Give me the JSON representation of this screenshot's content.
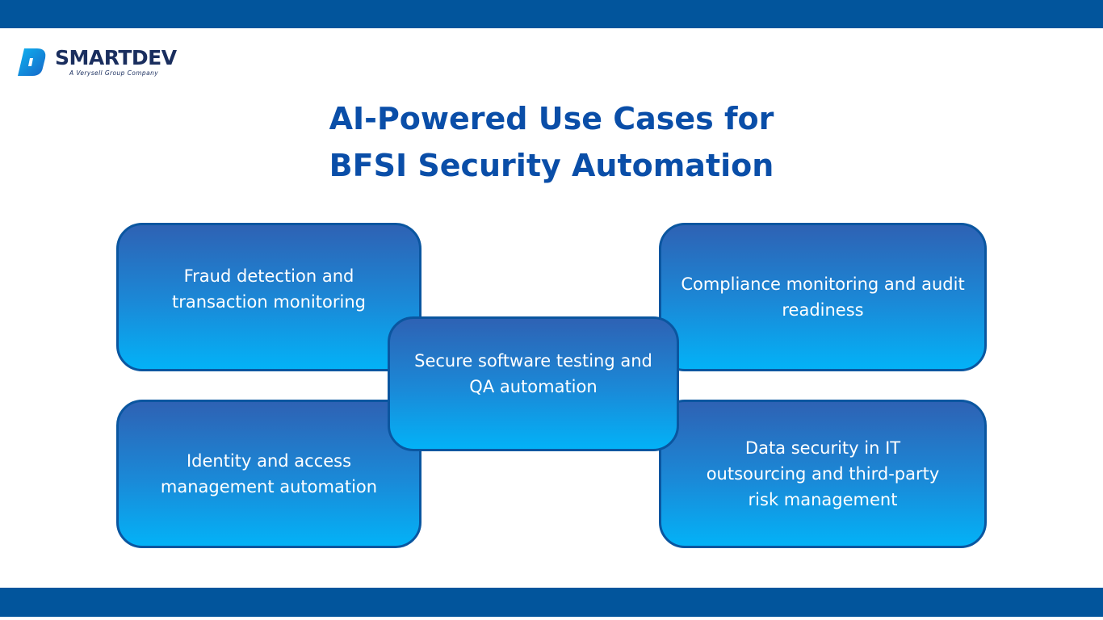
{
  "brand": {
    "name": "SMARTDEV",
    "tagline": "A Verysell Group Company",
    "colors": {
      "primary_bar": "#02559c",
      "title": "#0a4ea8",
      "box_top": "#2e62b4",
      "box_bottom": "#03b2f7",
      "box_border": "#0a56a0"
    }
  },
  "title": {
    "line1": "AI-Powered Use Cases for",
    "line2": "BFSI Security Automation"
  },
  "use_cases": {
    "fraud": "Fraud detection and transaction monitoring",
    "compliance": "Compliance monitoring and audit readiness",
    "secure_testing": "Secure software testing and QA automation",
    "identity": "Identity and access management automation",
    "data_security": "Data security in IT outsourcing and third-party risk management"
  }
}
